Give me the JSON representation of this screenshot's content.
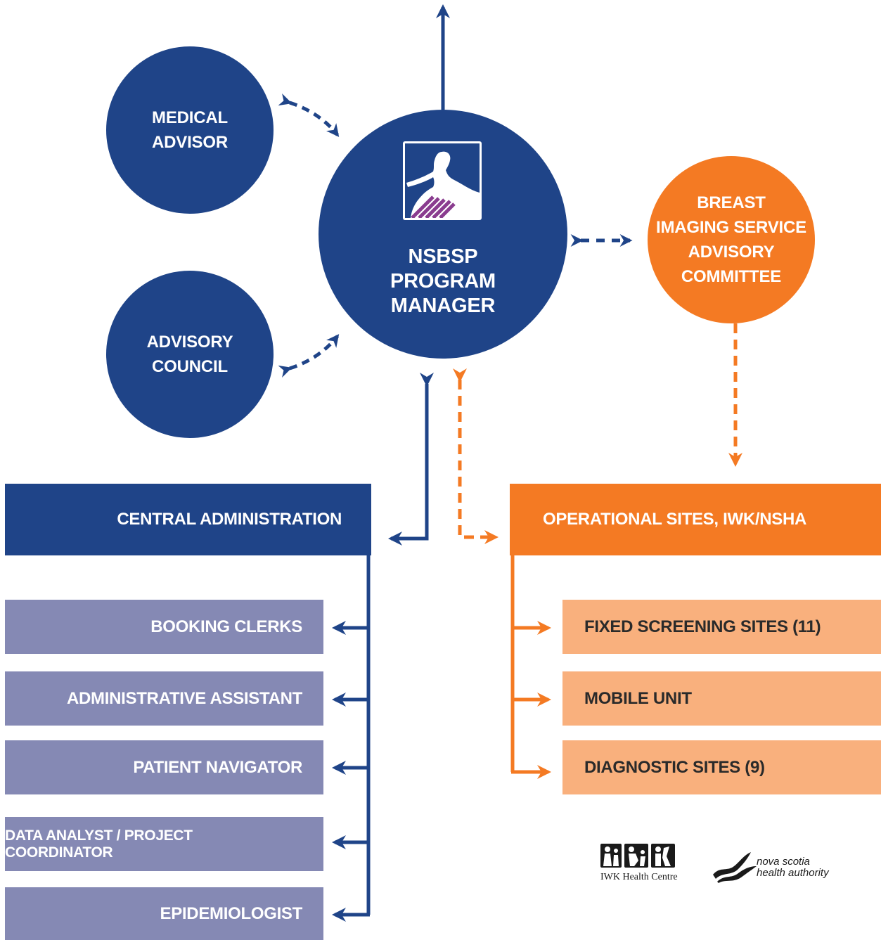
{
  "colors": {
    "navy": "#1f4488",
    "orange": "#f47a23",
    "purple": "#8589b4",
    "peach": "#f9b07d"
  },
  "circles": {
    "medical_advisor": [
      "MEDICAL",
      "ADVISOR"
    ],
    "advisory_council": [
      "ADVISORY",
      "COUNCIL"
    ],
    "program_manager": [
      "NSBSP",
      "PROGRAM",
      "MANAGER"
    ],
    "breast_imaging": [
      "BREAST",
      "IMAGING SERVICE",
      "ADVISORY",
      "COMMITTEE"
    ]
  },
  "central_admin": {
    "title": "CENTRAL ADMINISTRATION",
    "roles": [
      "BOOKING CLERKS",
      "ADMINISTRATIVE ASSISTANT",
      "PATIENT NAVIGATOR",
      "DATA ANALYST / PROJECT COORDINATOR",
      "EPIDEMIOLOGIST"
    ]
  },
  "operational": {
    "title": "OPERATIONAL SITES, IWK/NSHA",
    "sites": [
      "FIXED SCREENING SITES (11)",
      "MOBILE UNIT",
      "DIAGNOSTIC SITES (9)"
    ]
  },
  "partners": {
    "iwk_name": "IWK Health Centre",
    "nsha_line1": "nova scotia",
    "nsha_line2": "health authority"
  },
  "icons": [
    "nsbsp-logo-icon",
    "iwk-logo-icon",
    "nsha-logo-icon"
  ]
}
